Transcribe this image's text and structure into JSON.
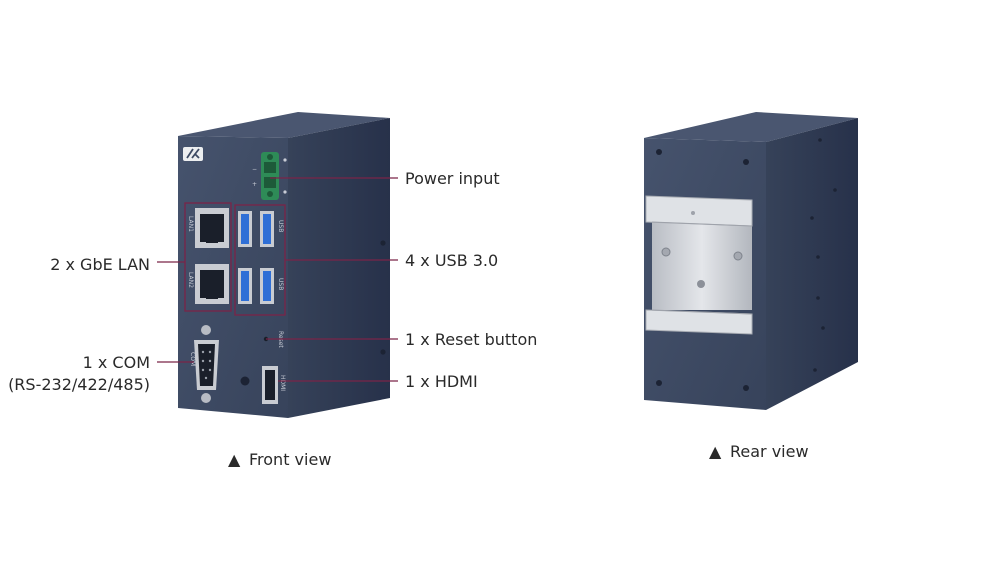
{
  "front_view": {
    "caption": "Front view",
    "callouts": {
      "power": "Power input",
      "lan": "2 x GbE LAN",
      "usb": "4 x USB 3.0",
      "reset": "1 x Reset button",
      "com_line1": "1 x COM",
      "com_line2": "(RS-232/422/485)",
      "hdmi": "1 x HDMI"
    },
    "port_labels": {
      "lan1": "LAN1",
      "lan2": "LAN2",
      "usb1": "USB",
      "usb2": "USB",
      "com": "COM",
      "reset": "Reset",
      "hdmi": "HDMI",
      "power_minus": "−",
      "power_plus": "+"
    }
  },
  "rear_view": {
    "caption": "Rear view"
  },
  "caption_marker": "▲",
  "colors": {
    "leader": "#7a2448",
    "chassis_front": "#3d4a63",
    "chassis_side": "#2f3a51",
    "usb_blue": "#2f6fd6",
    "terminal_green": "#2e8b57",
    "din_rail": "#c9ccd1"
  }
}
